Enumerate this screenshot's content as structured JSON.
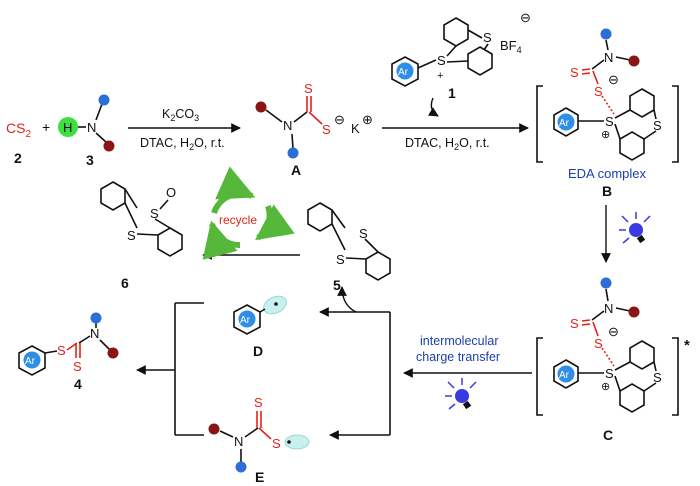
{
  "reactants": {
    "cs2": {
      "formula_main": "CS",
      "formula_sub": "2",
      "label": "2"
    },
    "plus": "+",
    "amine": {
      "h_atom": "H",
      "n_atom": "N",
      "label": "3"
    },
    "salt": {
      "ar": "Ar",
      "s_atom": "S",
      "s2_atom": "S",
      "charge": "+",
      "counter_main": "BF",
      "counter_sub": "4",
      "counter_charge": "⊖",
      "label": "1"
    }
  },
  "step1": {
    "reagent_main": "K",
    "reagent_sub1": "2",
    "reagent_mid": "CO",
    "reagent_sub2": "3",
    "conditions": "DTAC, H",
    "conditions_sub": "2",
    "conditions_end": "O, r.t."
  },
  "step2": {
    "conditions": "DTAC, H",
    "conditions_sub": "2",
    "conditions_end": "O, r.t."
  },
  "intermediate_A": {
    "n_atom": "N",
    "s_double": "S",
    "s_single": "S",
    "anion": "⊖",
    "cation": "K",
    "cation_charge": "⊕",
    "label": "A"
  },
  "intermediate_B": {
    "caption": "EDA complex",
    "label": "B",
    "n_atom": "N",
    "s_double": "S",
    "s_single": "S",
    "anion": "⊖",
    "ar": "Ar",
    "s_center": "S",
    "s_ring": "S",
    "charge": "⊕"
  },
  "intermediate_C": {
    "label": "C",
    "excited": "*",
    "n_atom": "N",
    "s_double": "S",
    "s_single": "S",
    "anion": "⊖",
    "ar": "Ar",
    "s_center": "S",
    "s_ring": "S",
    "charge": "⊕"
  },
  "charge_transfer": {
    "line1": "intermolecular",
    "line2": "charge transfer"
  },
  "radical_D": {
    "ar": "Ar",
    "label": "D"
  },
  "radical_E": {
    "n_atom": "N",
    "s_double": "S",
    "s_single": "S",
    "label": "E"
  },
  "thianthrene_5": {
    "s_top": "S",
    "s_bottom": "S",
    "label": "5"
  },
  "sulfoxide_6": {
    "s_top": "S",
    "o_atom": "O",
    "s_bottom": "S",
    "label": "6"
  },
  "recycle": {
    "text": "recycle"
  },
  "product_4": {
    "ar": "Ar",
    "s_single": "S",
    "n_atom": "N",
    "s_double": "S",
    "label": "4"
  },
  "colors": {
    "nitrogen_sub_blue": "#2b6fd6",
    "nitrogen_sub_red": "#8b1414",
    "sulfur_red": "#e2231a",
    "h_green": "#3ee03e",
    "ar_blue": "#2f8fe6",
    "caption_blue": "#1a3fb0",
    "radical_cyan": "#c8f0ef",
    "recycle_green": "#56b83a"
  }
}
